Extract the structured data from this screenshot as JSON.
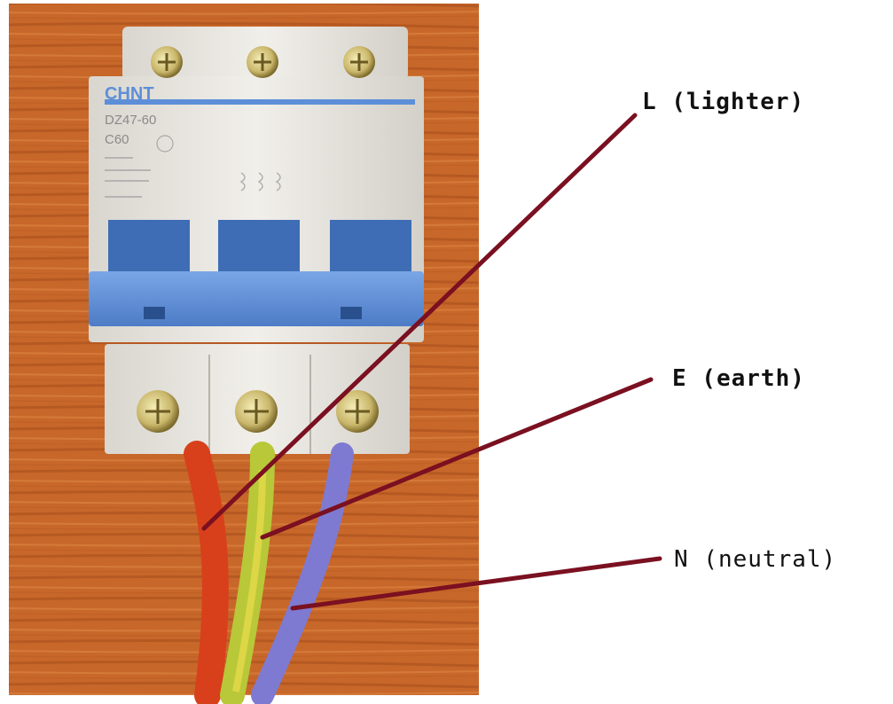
{
  "breaker": {
    "brand": "CHNT",
    "model": "DZ47-60",
    "rating": "C60"
  },
  "callouts": {
    "live": "L (lighter)",
    "earth": "E (earth)",
    "neutral": "N (neutral)"
  },
  "colors": {
    "wood": "#c8672a",
    "breaker_body": "#e9e6e0",
    "toggle_blue": "#5d8fd8",
    "wire_live": "#d8401c",
    "wire_earth": "#b8c838",
    "wire_neutral": "#7e7ad2",
    "leader_line": "#7a1020"
  }
}
